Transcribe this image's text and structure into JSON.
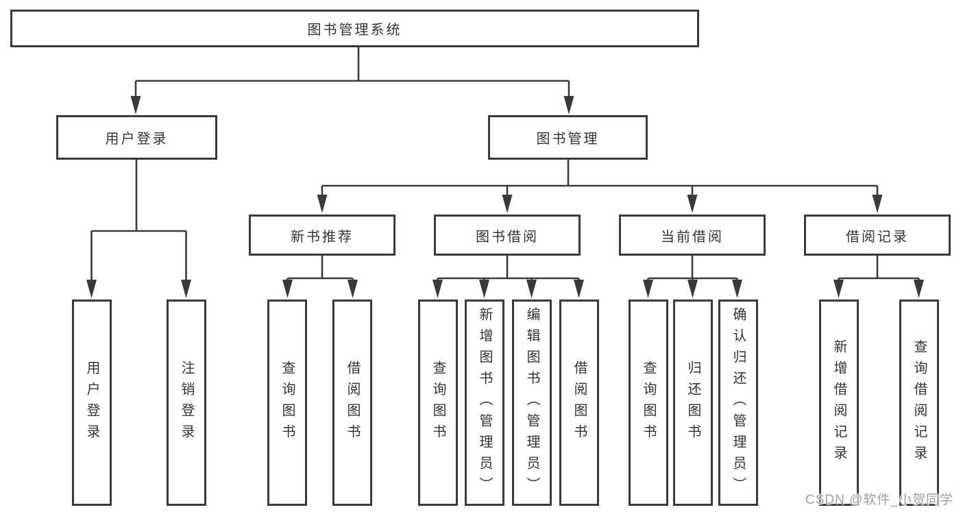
{
  "diagram": {
    "root": {
      "label": "图书管理系统",
      "children": [
        {
          "label": "用户登录",
          "children": [
            {
              "label": "用户登录"
            },
            {
              "label": "注销登录"
            }
          ]
        },
        {
          "label": "图书管理",
          "children": [
            {
              "label": "新书推荐",
              "children": [
                {
                  "label": "查询图书"
                },
                {
                  "label": "借阅图书"
                }
              ]
            },
            {
              "label": "图书借阅",
              "children": [
                {
                  "label": "查询图书"
                },
                {
                  "label": "新增图书（管理员）"
                },
                {
                  "label": "编辑图书（管理员）"
                },
                {
                  "label": "借阅图书"
                }
              ]
            },
            {
              "label": "当前借阅",
              "children": [
                {
                  "label": "查询图书"
                },
                {
                  "label": "归还图书"
                },
                {
                  "label": "确认归还（管理员）"
                }
              ]
            },
            {
              "label": "借阅记录",
              "children": [
                {
                  "label": "新增借阅记录"
                },
                {
                  "label": "查询借阅记录"
                }
              ]
            }
          ]
        }
      ]
    }
  },
  "colors": {
    "line": "#3a3a3a",
    "text": "#333333",
    "background": "#ffffff",
    "watermark": "#a0a0a0"
  },
  "watermark": {
    "text": "CSDN @软件_小贺同学"
  }
}
